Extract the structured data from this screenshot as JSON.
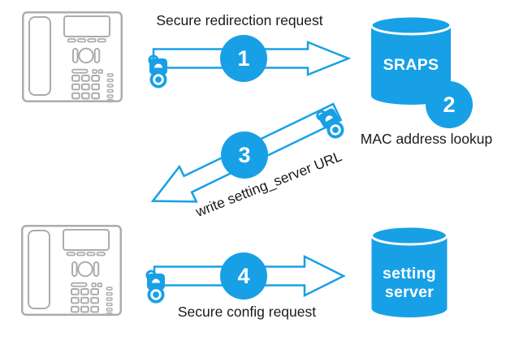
{
  "colors": {
    "accent_blue": "#18A0E6",
    "phone_outline_gray": "#ACACAC",
    "label_text": "#1A1A1A",
    "arrow_fill": "#FFFFFF"
  },
  "steps": [
    {
      "number": "1",
      "label": "Secure redirection request"
    },
    {
      "number": "2",
      "label": "MAC address lookup"
    },
    {
      "number": "3",
      "label": "write setting_server URL"
    },
    {
      "number": "4",
      "label": "Secure config request"
    }
  ],
  "nodes": {
    "sraps": {
      "label": "SRAPS"
    },
    "setting_server": {
      "label_line1": "setting",
      "label_line2": "server"
    }
  },
  "icons": {
    "phone": "ip-phone-icon",
    "lock": "padlock-icon",
    "database": "database-cylinder-icon",
    "arrow": "flow-arrow-icon"
  }
}
